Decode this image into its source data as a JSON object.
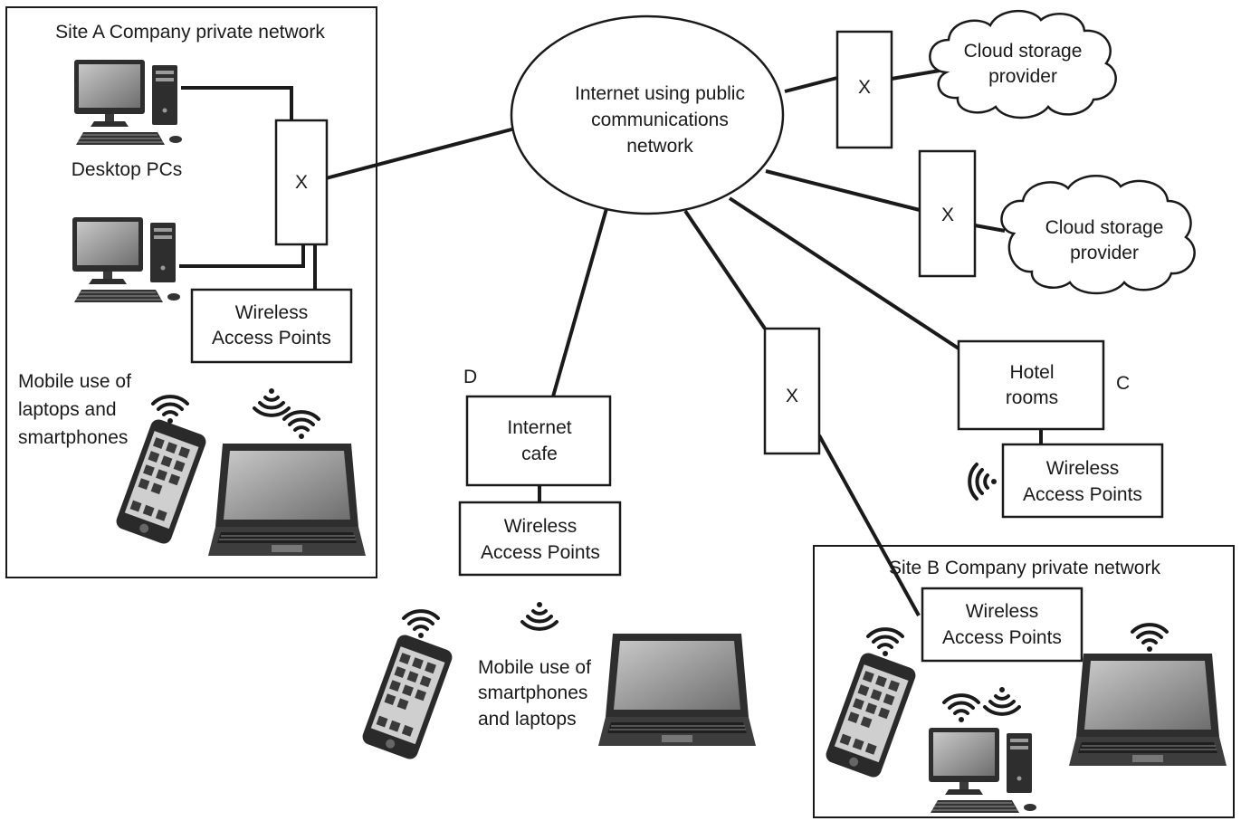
{
  "sites": {
    "a_title": "Site A Company private network",
    "b_title": "Site B Company private network"
  },
  "internet": {
    "lines": [
      "Internet using public",
      "communications",
      "network"
    ]
  },
  "firewall_label": "X",
  "cloud": {
    "lines": [
      "Cloud storage",
      "provider"
    ]
  },
  "site_a": {
    "desktops_label": "Desktop PCs",
    "wap_lines": [
      "Wireless",
      "Access Points"
    ],
    "mobile_lines": [
      "Mobile use of",
      "laptops and",
      "smartphones"
    ]
  },
  "cafe": {
    "marker": "D",
    "lines": [
      "Internet",
      "cafe"
    ],
    "wap_lines": [
      "Wireless",
      "Access Points"
    ],
    "mobile_lines": [
      "Mobile use of",
      "smartphones",
      "and laptops"
    ]
  },
  "hotel": {
    "marker": "C",
    "lines": [
      "Hotel",
      "rooms"
    ],
    "wap_lines": [
      "Wireless",
      "Access Points"
    ]
  },
  "site_b": {
    "wap_lines": [
      "Wireless",
      "Access Points"
    ]
  },
  "icons": [
    "desktop-pc-icon",
    "laptop-icon",
    "smartphone-icon",
    "wifi-signal-icon",
    "cloud-icon"
  ],
  "colors": {
    "ink": "#1a1a1a",
    "screen": "#8c8c8c",
    "device": "#3a3a3a"
  }
}
